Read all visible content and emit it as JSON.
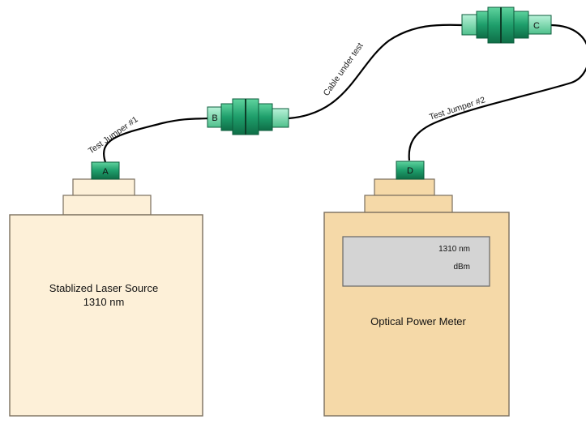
{
  "diagram": {
    "source": {
      "label_line1": "Stablized Laser Source",
      "label_line2": "1310 nm"
    },
    "meter": {
      "label": "Optical Power Meter",
      "display_line1": "1310 nm",
      "display_line2": "dBm"
    },
    "cables": {
      "jumper1": "Test Jumper #1",
      "under_test": "Cable under test",
      "jumper2": "Test Jumper #2"
    },
    "connectors": {
      "a": "A",
      "b": "B",
      "c": "C",
      "d": "D"
    }
  },
  "colors": {
    "source_body": "#fdf0d8",
    "meter_body": "#f5d9a8",
    "display": "#d4d4d4",
    "connector_green": "#1e9e6b",
    "connector_light": "#7fe0b8",
    "connector_dark": "#0d5c3c",
    "cable": "#000000"
  }
}
